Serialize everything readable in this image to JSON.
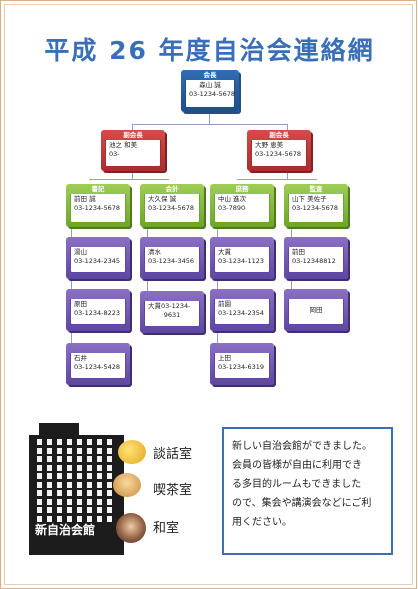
{
  "title": "平成 26 年度自治会連絡網",
  "org": {
    "president": {
      "role": "会長",
      "name": "森山 誠",
      "phone": "03-1234-5678"
    },
    "vice1": {
      "role": "副会長",
      "name": "池之 和美",
      "phone": "03-"
    },
    "vice2": {
      "role": "副会長",
      "name": "大野 恵美",
      "phone": "03-1234-5678"
    },
    "secretary": {
      "role": "書記",
      "name": "前田 誠",
      "phone": "03-1234-5678"
    },
    "accounting": {
      "role": "会計",
      "name": "大久保 誠",
      "phone": "03-1234-5678"
    },
    "general": {
      "role": "庶務",
      "name": "中山 進次",
      "phone": "03-7890"
    },
    "auditor": {
      "role": "監査",
      "name": "山下 美佐子",
      "phone": "03-1234-5678"
    },
    "c1r1": {
      "name": "湯山",
      "phone": "03-1234-2345"
    },
    "c1r2": {
      "name": "原田",
      "phone": "03-1234-8223"
    },
    "c1r3": {
      "name": "石井",
      "phone": "03-1234-5428"
    },
    "c2r1": {
      "name": "清水",
      "phone": "03-1234-3456"
    },
    "c2r2": {
      "name": "大貫",
      "phone": "03-1234-9631",
      "line1": "大貫03-1234-",
      "line2": "9631"
    },
    "c3r1": {
      "name": "大貫",
      "phone": "03-1234-1123"
    },
    "c3r2": {
      "name": "前園",
      "phone": "03-1234-2354"
    },
    "c3r3": {
      "name": "上田",
      "phone": "03-1234-6319"
    },
    "c4r1": {
      "name": "前田",
      "phone": "03-12348812"
    },
    "c4r2": {
      "name": "岡田"
    }
  },
  "building": {
    "label": "新自治会館"
  },
  "rooms": [
    {
      "label": "談話室"
    },
    {
      "label": "喫茶室"
    },
    {
      "label": "和室"
    }
  ],
  "info": {
    "lines": [
      "新しい自治会館ができました。",
      "会員の皆様が自由に利用でき",
      "る多目的ルームもできました",
      "ので、集会や講演会などにご利",
      "用ください。"
    ]
  },
  "colors": {
    "title": "#3a6fb8",
    "president": "#2f6cb4",
    "vice": "#d84a4a",
    "officer": "#9fcd55",
    "member": "#8b70c4"
  }
}
